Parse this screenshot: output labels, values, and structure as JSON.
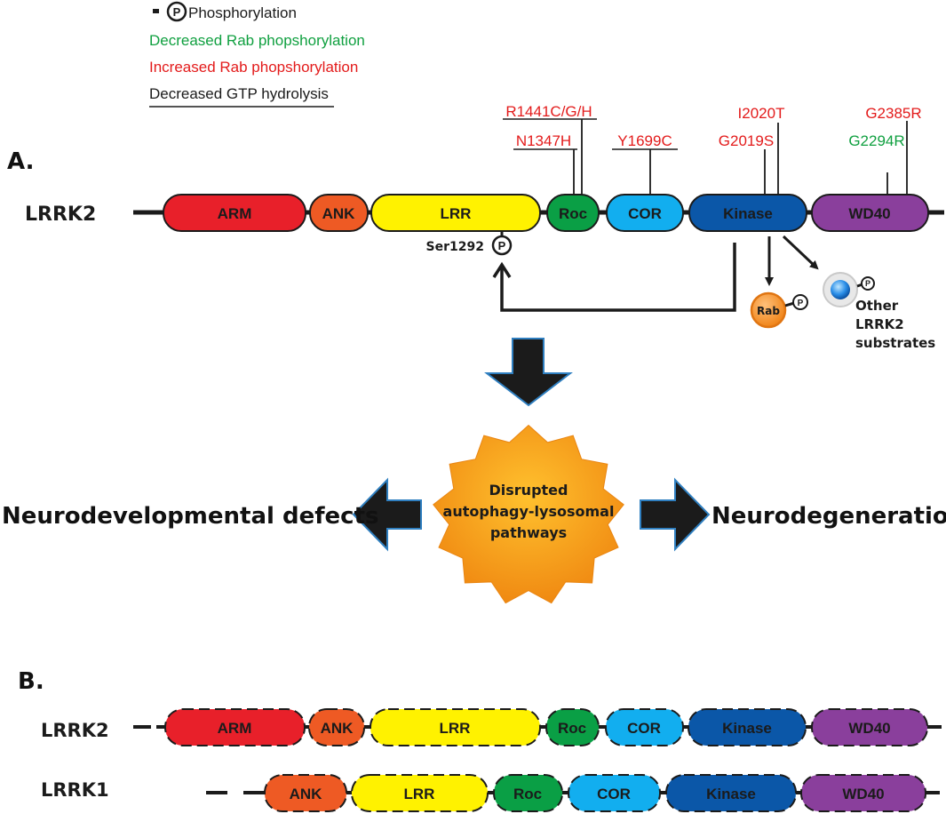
{
  "legend": {
    "p_symbol": "P",
    "phosphorylation": "Phosphorylation",
    "decreased_rab": "Decreased Rab phopshorylation",
    "increased_rab": "Increased Rab phopshorylation",
    "decreased_gtp": "Decreased GTP hydrolysis"
  },
  "colors": {
    "decreased_rab": "#10a040",
    "increased_rab": "#e31b1b",
    "ARM": "#e8202a",
    "ANK": "#ee5a24",
    "LRR": "#fff200",
    "Roc": "#0a9f45",
    "COR": "#12aeef",
    "Kinase": "#0b57a8",
    "WD40": "#8a3f9c",
    "rab": "#f7941d",
    "star": "#f6a020"
  },
  "panel_a": {
    "label": "A.",
    "protein": "LRRK2",
    "domains": {
      "arm": "ARM",
      "ank": "ANK",
      "lrr": "LRR",
      "roc": "Roc",
      "cor": "COR",
      "kinase": "Kinase",
      "wd40": "WD40"
    },
    "mutations": {
      "r1441": "R1441C/G/H",
      "n1347h": "N1347H",
      "y1699c": "Y1699C",
      "i2020t": "I2020T",
      "g2019s": "G2019S",
      "g2385r": "G2385R",
      "g2294r": "G2294R"
    },
    "ser1292": "Ser1292",
    "rab": "Rab",
    "other_substrates": [
      "Other",
      "LRRK2",
      "substrates"
    ]
  },
  "center": {
    "star_lines": [
      "Disrupted",
      "autophagy-lysosomal",
      "pathways"
    ],
    "left": "Neurodevelopmental defects",
    "right": "Neurodegeneration"
  },
  "panel_b": {
    "label": "B.",
    "lrrk2": {
      "name": "LRRK2",
      "domains": {
        "arm": "ARM",
        "ank": "ANK",
        "lrr": "LRR",
        "roc": "Roc",
        "cor": "COR",
        "kinase": "Kinase",
        "wd40": "WD40"
      }
    },
    "lrrk1": {
      "name": "LRRK1",
      "domains": {
        "ank": "ANK",
        "lrr": "LRR",
        "roc": "Roc",
        "cor": "COR",
        "kinase": "Kinase",
        "wd40": "WD40"
      }
    }
  }
}
